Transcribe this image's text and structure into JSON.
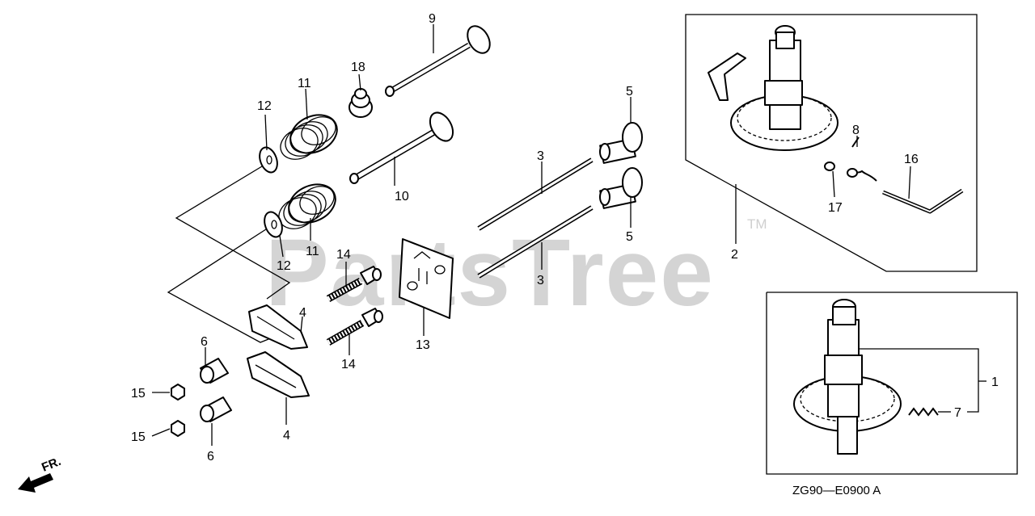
{
  "diagram": {
    "watermark": "PartsTree",
    "trademark": "TM",
    "code": "ZG90—E0900 A",
    "direction": "FR.",
    "callouts": {
      "c1": "1",
      "c2": "2",
      "c3a": "3",
      "c3b": "3",
      "c4a": "4",
      "c4b": "4",
      "c5a": "5",
      "c5b": "5",
      "c6a": "6",
      "c6b": "6",
      "c7": "7",
      "c8": "8",
      "c9": "9",
      "c10": "10",
      "c11a": "11",
      "c11b": "11",
      "c12a": "12",
      "c12b": "12",
      "c13": "13",
      "c14a": "14",
      "c14b": "14",
      "c15a": "15",
      "c15b": "15",
      "c16": "16",
      "c17": "17",
      "c18": "18"
    }
  }
}
